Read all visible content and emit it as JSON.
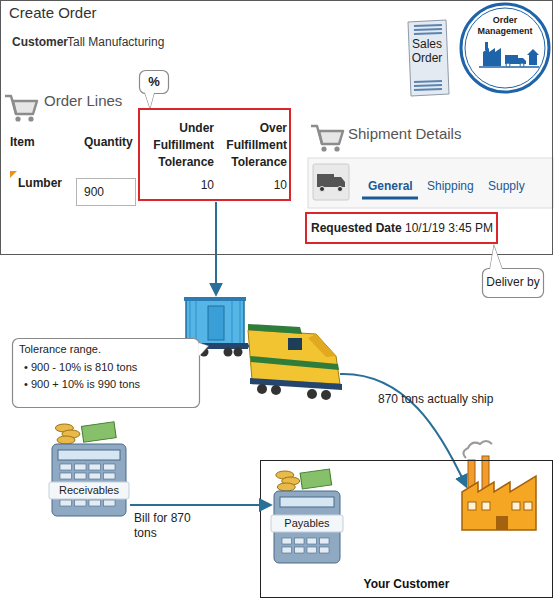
{
  "diagram": {
    "nodes": [
      {
        "text": [
          "Create Order"
        ]
      },
      {
        "text": [
          "Sales Order"
        ],
        "in": 0
      },
      {
        "text": [
          "Order Management"
        ],
        "in": 0
      },
      {
        "text": [
          "%"
        ],
        "in": 0
      },
      {
        "text": [
          "900"
        ],
        "in": 0
      },
      {
        "text": [
          "Under Fulfillment Tolerance",
          "Over Fulfillment Tolerance",
          "10",
          "10"
        ],
        "in": 0
      },
      {
        "text": [
          "Requested Date",
          "10/1/19 3:45 PM"
        ],
        "in": 0
      },
      {
        "text": [
          "Deliver by"
        ]
      },
      {
        "text": [
          "Tolerance range.",
          "• 900 - 10% is 810 tons",
          "• 900 + 10% is 990 tons"
        ]
      },
      {
        "text": [
          "Receivables"
        ]
      },
      {
        "text": [
          "Your Customer"
        ]
      },
      {
        "text": [
          "Payables"
        ],
        "in": 10
      }
    ],
    "edges": [
      {
        "from": 9,
        "to": 11,
        "label": "Bill for 870 tons",
        "arrow": "to"
      }
    ],
    "labels": [
      "Customer",
      "Tall Manufacturing",
      "Order Lines",
      "Item",
      "Quantity",
      "Lumber",
      "Shipment Details",
      "General",
      "Shipping",
      "Supply",
      "870 tons actually ship"
    ]
  }
}
